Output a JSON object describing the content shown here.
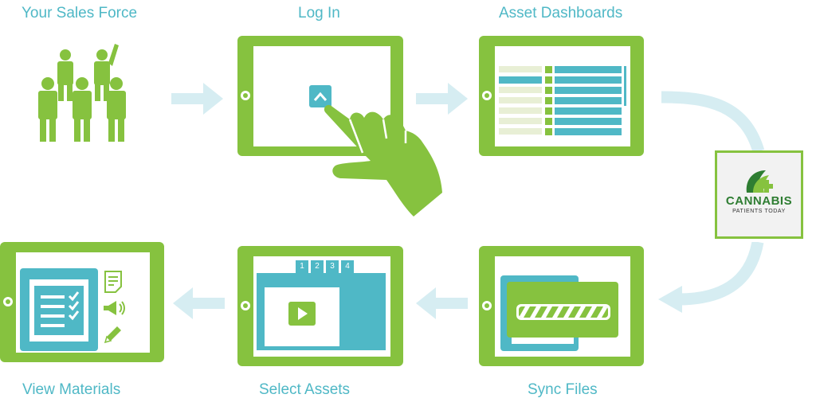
{
  "steps": {
    "sales_force": "Your Sales Force",
    "log_in": "Log In",
    "asset_dashboards": "Asset Dashboards",
    "sync_files": "Sync Files",
    "select_assets": "Select Assets",
    "view_materials": "View Materials"
  },
  "logo": {
    "title": "CANNABIS",
    "subtitle": "PATIENTS TODAY"
  },
  "select_tabs": [
    "1",
    "2",
    "3",
    "4"
  ],
  "colors": {
    "green": "#86c23f",
    "teal": "#4fb8c6",
    "arrow": "#d6edf2"
  }
}
